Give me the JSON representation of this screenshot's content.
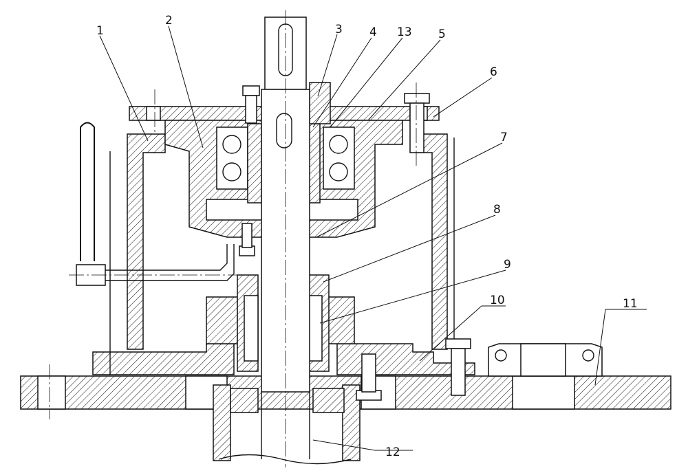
{
  "labels": [
    "1",
    "2",
    "3",
    "4",
    "13",
    "5",
    "6",
    "7",
    "8",
    "9",
    "10",
    "11",
    "12"
  ]
}
